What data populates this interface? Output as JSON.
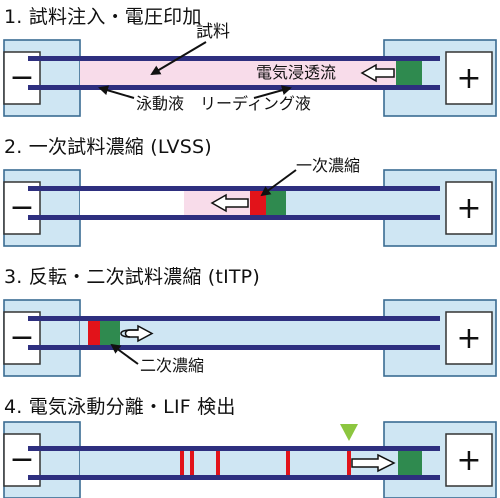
{
  "steps": [
    {
      "title": "1. 試料注入・電圧印加",
      "labels": {
        "sample": "試料",
        "eof": "電気浸透流",
        "leading": "泳動液　リーディング液"
      }
    },
    {
      "title": "2. 一次試料濃縮 (LVSS)",
      "labels": {
        "primary": "一次濃縮"
      }
    },
    {
      "title": "3. 反転・二次試料濃縮 (tITP)",
      "labels": {
        "secondary": "二次濃縮"
      }
    },
    {
      "title": "4. 電気泳動分離・LIF 検出",
      "labels": {}
    }
  ],
  "electrodes": {
    "negative": "−",
    "positive": "+"
  },
  "colors": {
    "reservoir": "#cfe6f3",
    "reservoir_stroke": "#3a6c92",
    "capillary_wall": "#2e2f7f",
    "sample_pink": "#f8dcea",
    "buffer_blue": "#cfe6f3",
    "band_red": "#e2131a",
    "band_green": "#2f8a4f",
    "detector": "#8cc63f"
  }
}
